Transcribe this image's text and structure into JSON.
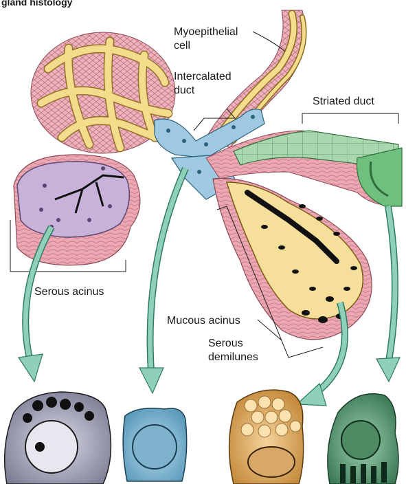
{
  "figure": {
    "title_fragment": "gland histology"
  },
  "labels": {
    "myoepithelial_line1": "Myoepithelial",
    "myoepithelial_line2": "cell",
    "intercalated_line1": "Intercalated",
    "intercalated_line2": "duct",
    "striated": "Striated duct",
    "serous_acinus": "Serous acinus",
    "mucous_acinus": "Mucous acinus",
    "serous_demilunes_line1": "Serous",
    "serous_demilunes_line2": "demilunes"
  },
  "colors": {
    "myoepithelial": "#f3dc8c",
    "myoepithelial_stroke": "#8a6a1c",
    "stroma_pink": "#e9a8b2",
    "serous_cytoplasm": "#c9b2da",
    "intercalated_blue": "#9fc9e0",
    "striated_green": "#7fc08a",
    "mucous_yellow": "#f6df9a",
    "nucleus": "#111111",
    "arrow_green": "#8fd0b8",
    "arrow_stroke": "#2f7a62"
  },
  "icons": {
    "arrow": "curved-arrow-icon",
    "cell": "electron-micrograph-cell-icon"
  }
}
